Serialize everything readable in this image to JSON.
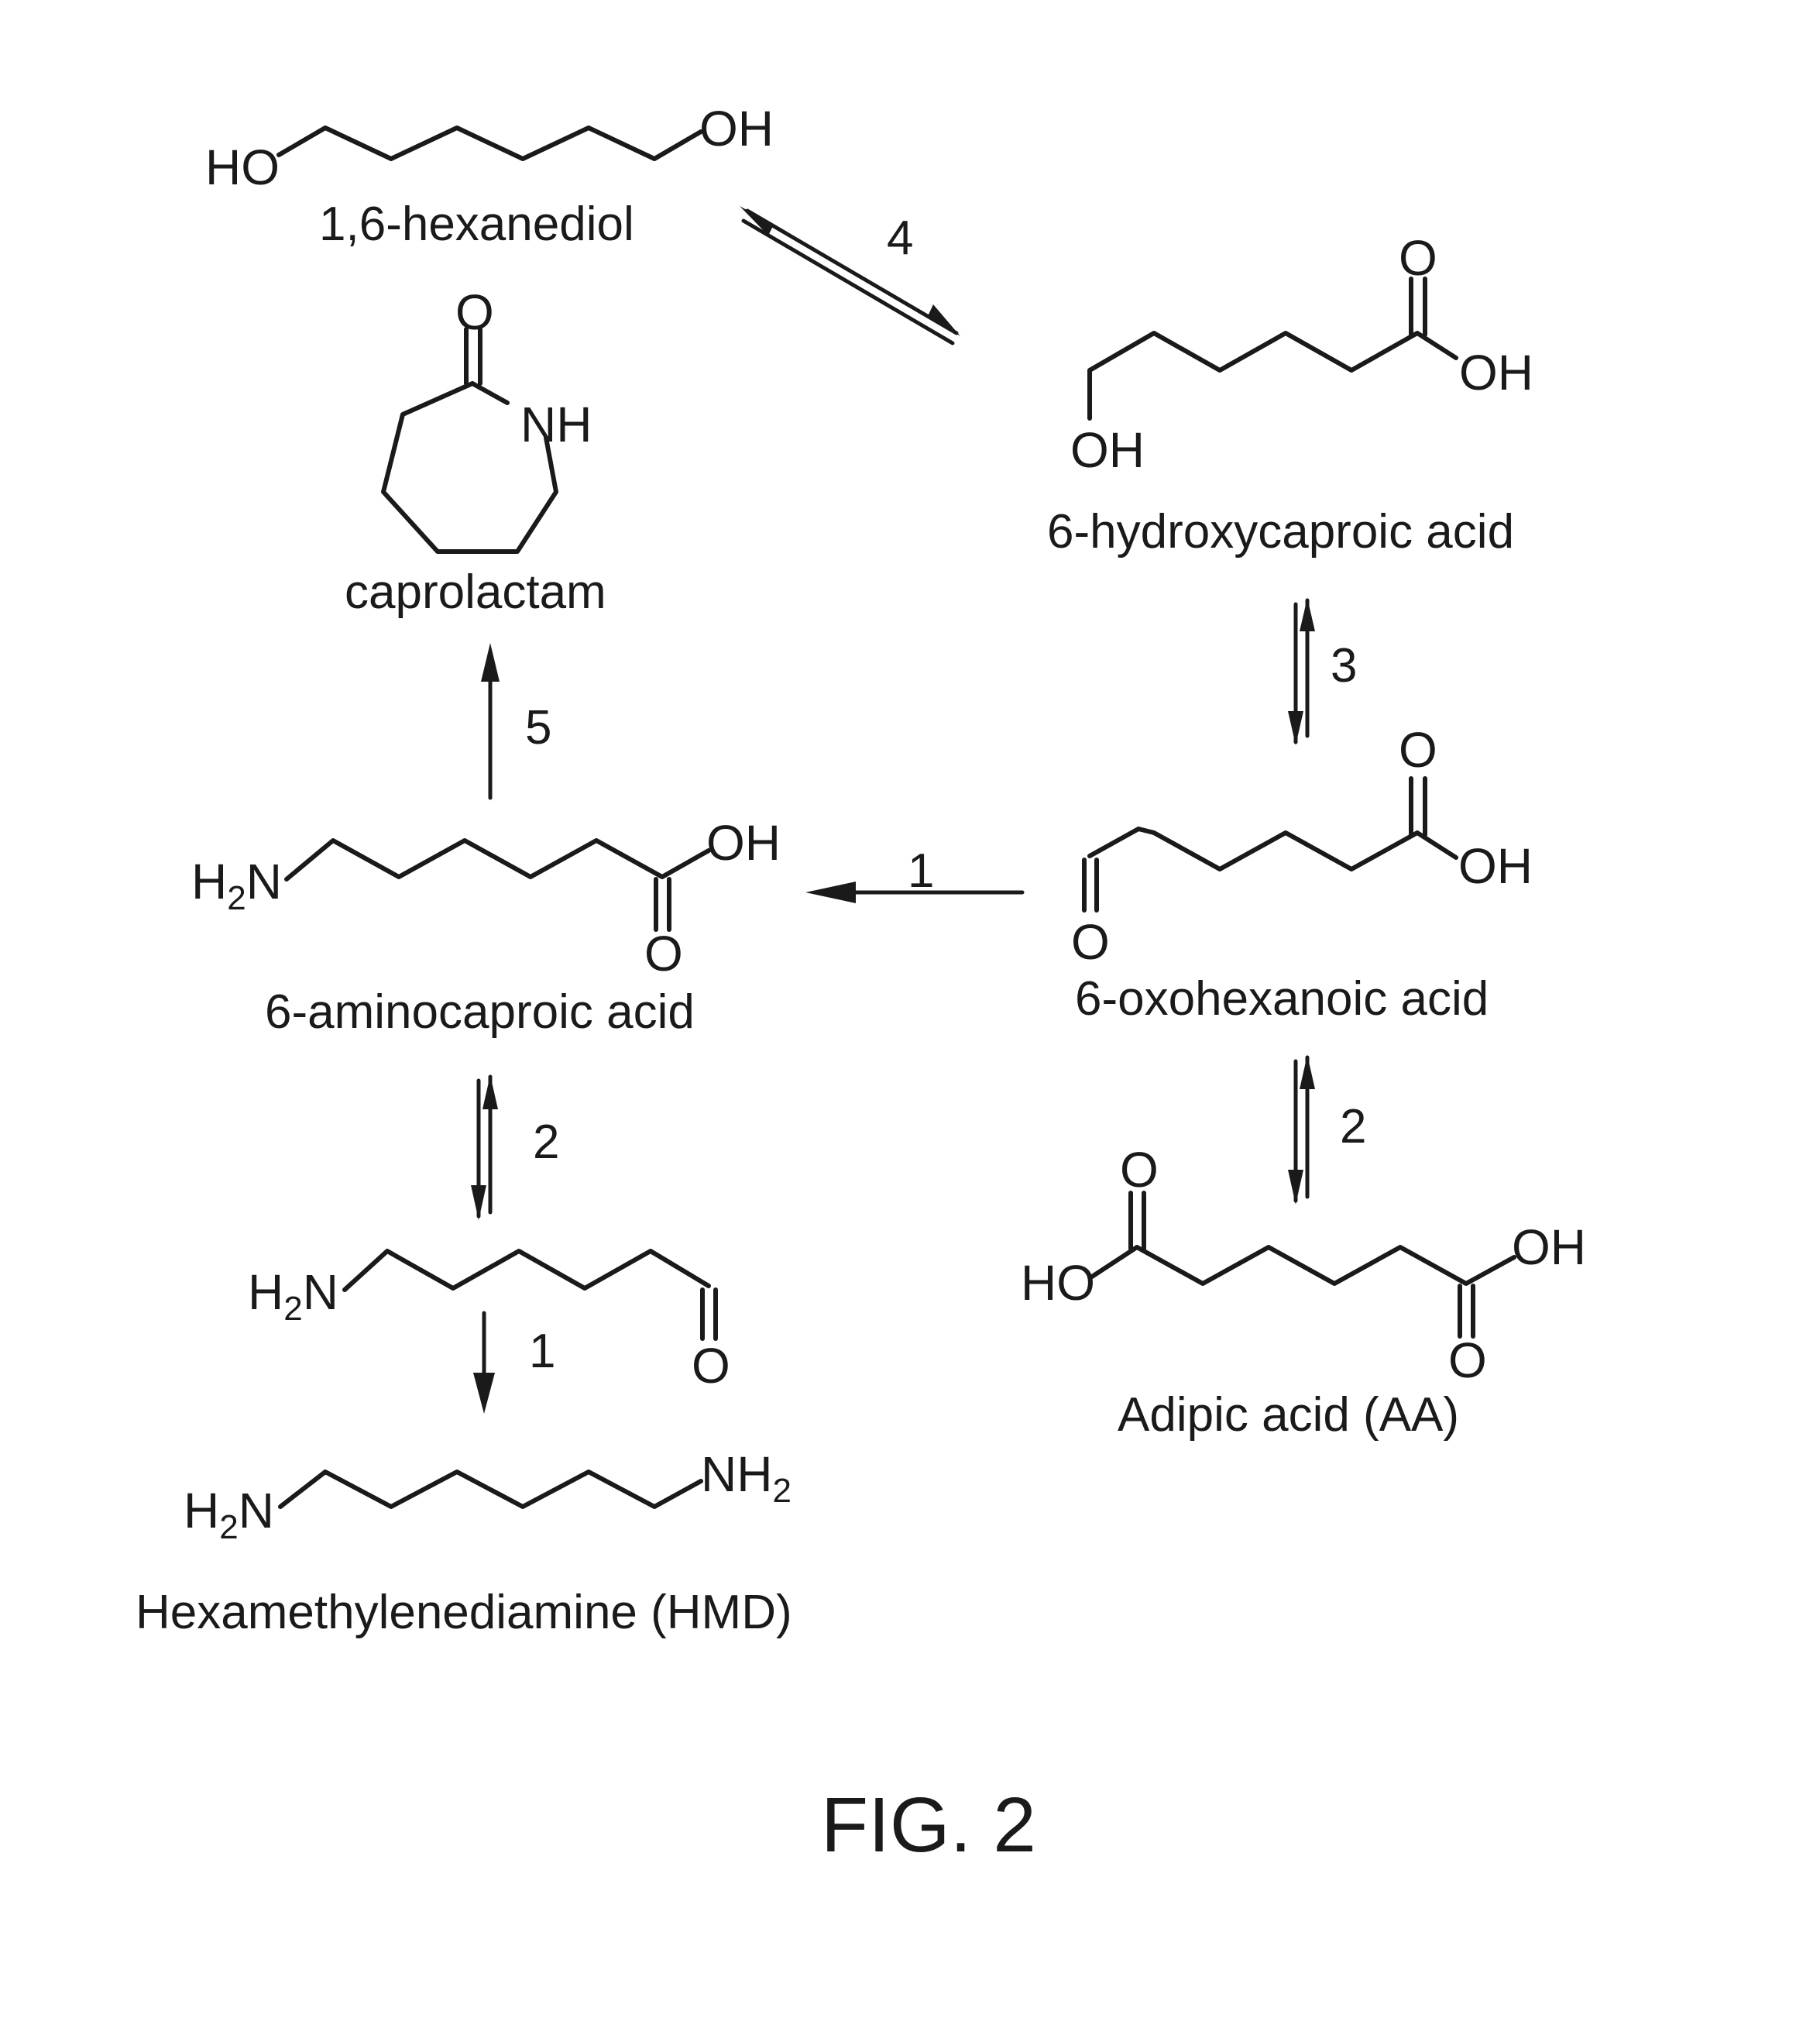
{
  "compounds": {
    "hexanediol": {
      "name": "1,6-hexanediol",
      "atoms": {
        "ho": "HO",
        "oh": "OH"
      }
    },
    "hydroxycaproic": {
      "name": "6-hydroxycaproic acid",
      "atoms": {
        "o": "O",
        "oh": "OH",
        "oh_bottom": "OH"
      }
    },
    "caprolactam": {
      "name": "caprolactam",
      "atoms": {
        "o": "O",
        "nh": "NH"
      }
    },
    "aminocaproic": {
      "name": "6-aminocaproic acid",
      "atoms": {
        "h2n_h": "H",
        "h2n_sub": "2",
        "h2n_n": "N",
        "oh": "OH",
        "o": "O"
      }
    },
    "oxohexanoic": {
      "name": "6-oxohexanoic acid",
      "atoms": {
        "o_top": "O",
        "oh": "OH",
        "o_ald": "O"
      }
    },
    "aminohexanal": {
      "atoms": {
        "h2n_h": "H",
        "h2n_sub": "2",
        "h2n_n": "N",
        "o": "O"
      }
    },
    "adipic": {
      "name": "Adipic acid (AA)",
      "atoms": {
        "ho": "HO",
        "o_left": "O",
        "oh": "OH",
        "o_right": "O"
      }
    },
    "hmd": {
      "name": "Hexamethylenediamine (HMD)",
      "atoms": {
        "h2n_h": "H",
        "h2n_sub": "2",
        "h2n_n": "N",
        "nh2_nh": "NH",
        "nh2_sub": "2"
      }
    }
  },
  "steps": {
    "s4": "4",
    "s3": "3",
    "s5": "5",
    "s1_main": "1",
    "s2_left": "2",
    "s2_right": "2",
    "s1_bottom": "1"
  },
  "figure_label": "FIG. 2"
}
